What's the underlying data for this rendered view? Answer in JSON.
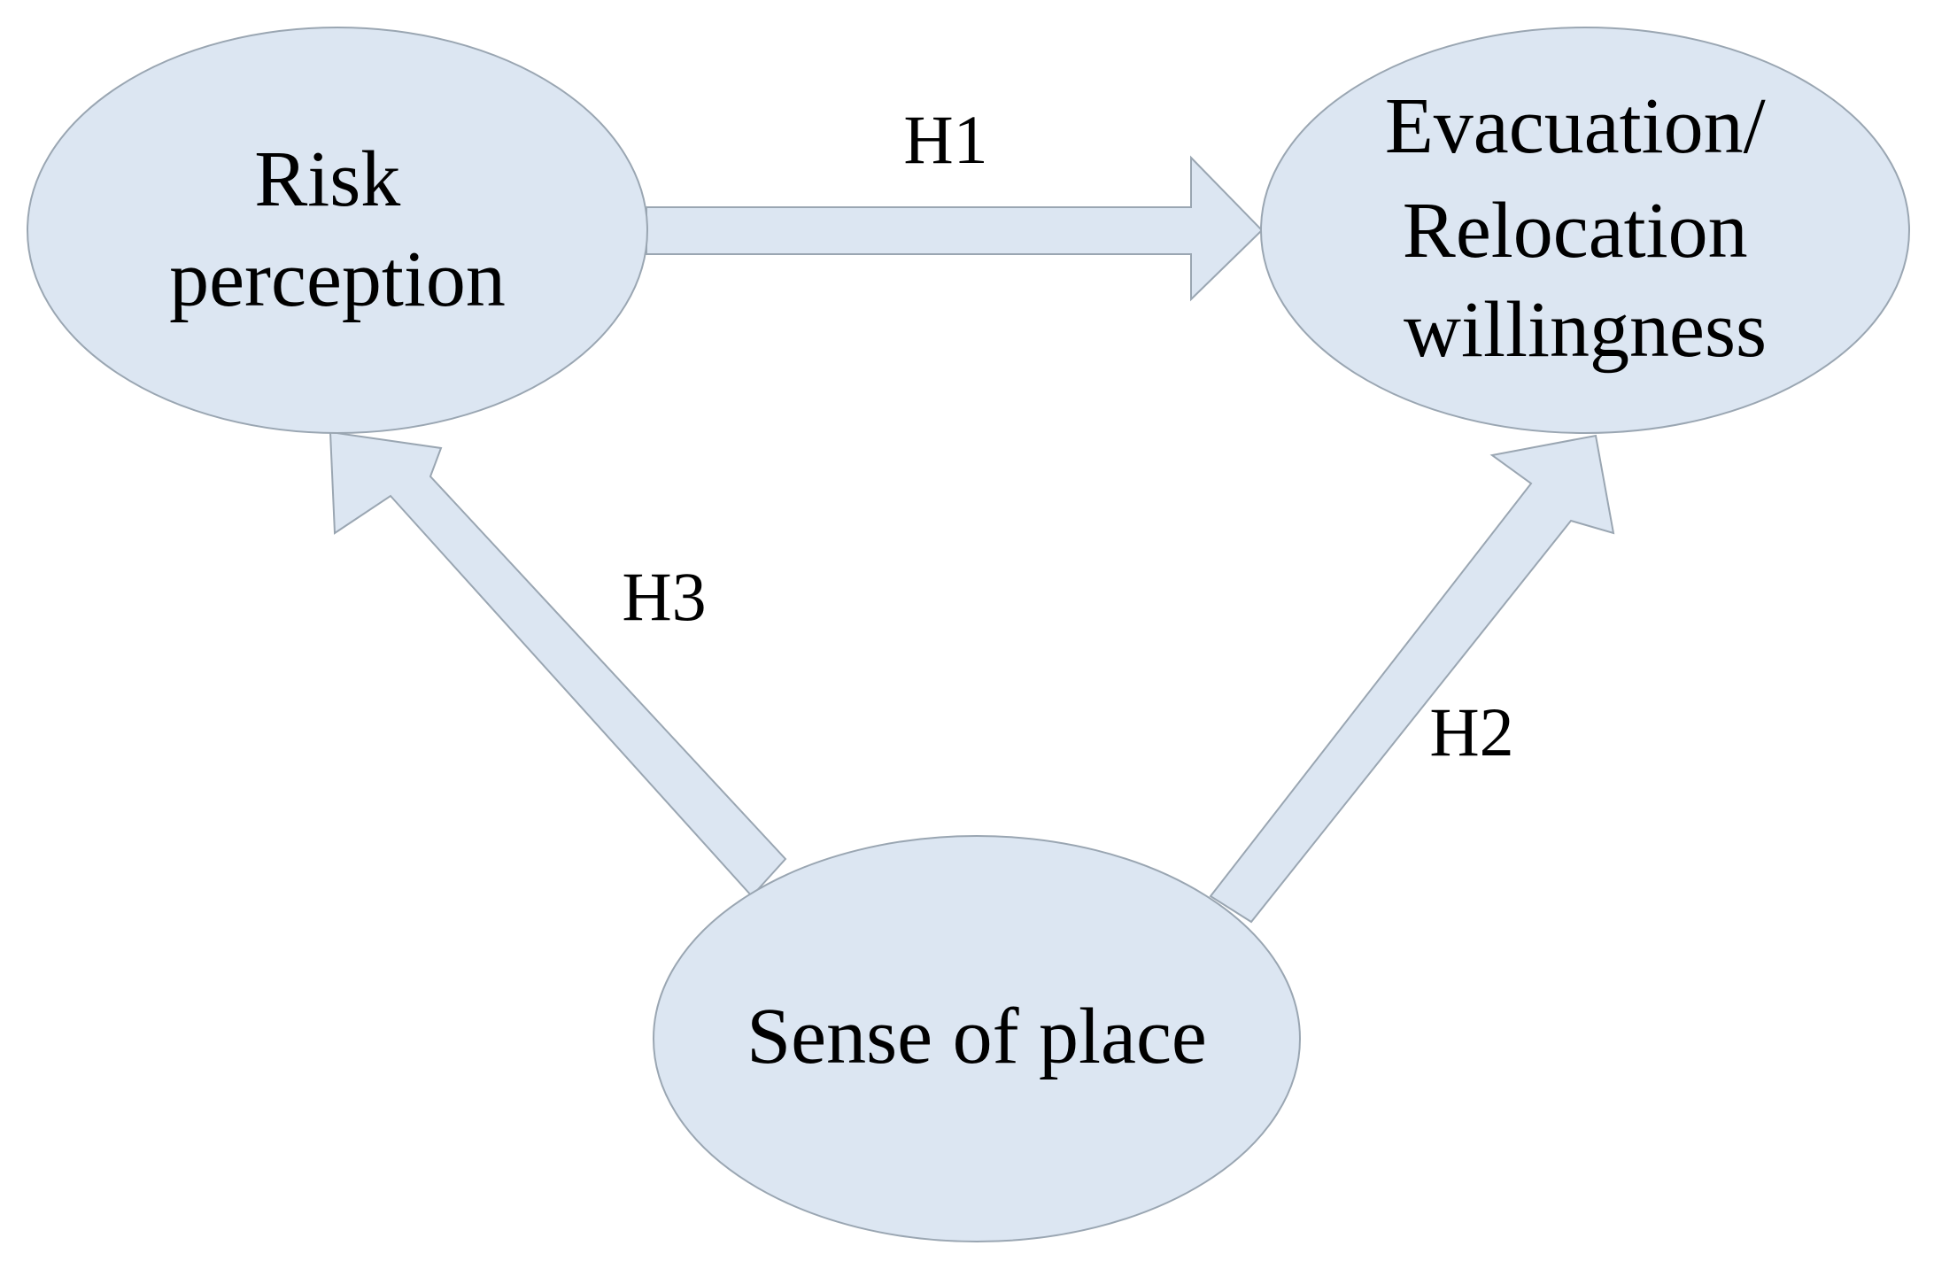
{
  "diagram": {
    "nodes": {
      "risk": {
        "lines": [
          "Risk",
          "perception"
        ]
      },
      "evac": {
        "lines": [
          "Evacuation/",
          "Relocation",
          "willingness"
        ]
      },
      "sense": {
        "lines": [
          "Sense of place"
        ]
      }
    },
    "edges": [
      {
        "id": "h1",
        "label": "H1",
        "from": "Risk perception",
        "to": "Evacuation/Relocation willingness"
      },
      {
        "id": "h2",
        "label": "H2",
        "from": "Sense of place",
        "to": "Evacuation/Relocation willingness"
      },
      {
        "id": "h3",
        "label": "H3",
        "from": "Sense of place",
        "to": "Risk perception"
      }
    ],
    "colors": {
      "fill": "#dce6f2",
      "stroke": "#9aa6b2",
      "text": "#000000"
    }
  }
}
